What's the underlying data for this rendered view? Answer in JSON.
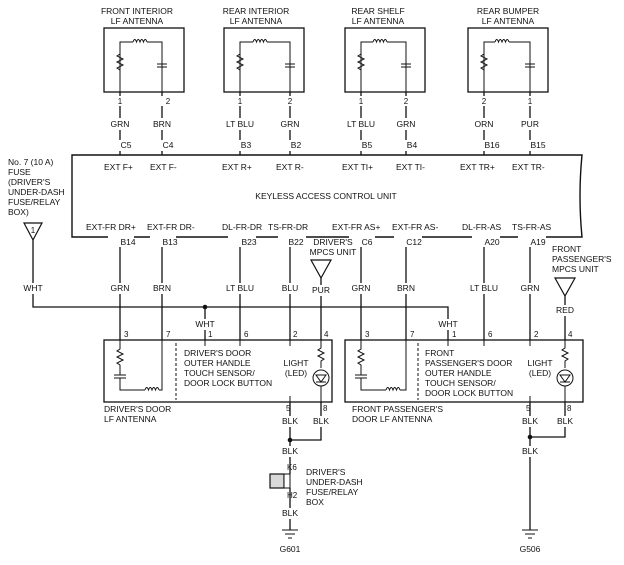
{
  "antennas_top": [
    {
      "title": [
        "FRONT INTERIOR",
        "LF ANTENNA"
      ],
      "pins": [
        "1",
        "2"
      ],
      "wires": [
        "GRN",
        "BRN"
      ],
      "terms": [
        "C5",
        "C4"
      ],
      "signals": [
        "EXT F+",
        "EXT F-"
      ]
    },
    {
      "title": [
        "REAR INTERIOR",
        "LF ANTENNA"
      ],
      "pins": [
        "1",
        "2"
      ],
      "wires": [
        "LT BLU",
        "GRN"
      ],
      "terms": [
        "B3",
        "B2"
      ],
      "signals": [
        "EXT R+",
        "EXT R-"
      ]
    },
    {
      "title": [
        "REAR SHELF",
        "LF ANTENNA"
      ],
      "pins": [
        "1",
        "2"
      ],
      "wires": [
        "LT BLU",
        "GRN"
      ],
      "terms": [
        "B5",
        "B4"
      ],
      "signals": [
        "EXT TI+",
        "EXT TI-"
      ]
    },
    {
      "title": [
        "REAR BUMPER",
        "LF ANTENNA"
      ],
      "pins": [
        "2",
        "1"
      ],
      "wires": [
        "ORN",
        "PUR"
      ],
      "terms": [
        "B16",
        "B15"
      ],
      "signals": [
        "EXT TR+",
        "EXT TR-"
      ]
    }
  ],
  "control_unit": {
    "title": "KEYLESS ACCESS CONTROL UNIT"
  },
  "bottom_terminals": [
    {
      "signal": "EXT-FR DR+",
      "term": "B14",
      "wire": "GRN"
    },
    {
      "signal": "EXT-FR DR-",
      "term": "B13",
      "wire": "BRN"
    },
    {
      "signal": "DL-FR-DR",
      "term": "B23",
      "wire": "LT BLU"
    },
    {
      "signal": "TS-FR-DR",
      "term": "B22",
      "wire": "BLU"
    },
    {
      "signal": "EXT-FR AS+",
      "term": "C6",
      "wire": "GRN"
    },
    {
      "signal": "EXT-FR AS-",
      "term": "C12",
      "wire": "BRN"
    },
    {
      "signal": "DL-FR-AS",
      "term": "A20",
      "wire": "LT BLU"
    },
    {
      "signal": "TS-FR-AS",
      "term": "A19",
      "wire": "GRN"
    }
  ],
  "fuse": {
    "lines": [
      "No. 7 (10 A)",
      "FUSE",
      "(DRIVER'S",
      "UNDER-DASH",
      "FUSE/RELAY",
      "BOX)"
    ],
    "pin": "1",
    "wire": "WHT"
  },
  "driver_mpcs": {
    "lines": [
      "DRIVER'S",
      "MPCS UNIT"
    ],
    "wire": "PUR"
  },
  "passenger_mpcs": {
    "lines": [
      "FRONT",
      "PASSENGER'S",
      "MPCS UNIT"
    ],
    "wire": "RED"
  },
  "splice_wires": {
    "driver": "WHT",
    "passenger": "WHT"
  },
  "driver_door": {
    "label": [
      "DRIVER'S DOOR",
      "OUTER HANDLE",
      "TOUCH SENSOR/",
      "DOOR LOCK BUTTON"
    ],
    "antenna_label": [
      "DRIVER'S DOOR",
      "LF ANTENNA"
    ],
    "light": [
      "LIGHT",
      "(LED)"
    ],
    "pins_top": [
      "3",
      "7",
      "1",
      "6",
      "2",
      "4"
    ],
    "pins_bottom": [
      "5",
      "8"
    ],
    "bottom_wires": [
      "BLK",
      "BLK"
    ]
  },
  "passenger_door": {
    "label": [
      "FRONT",
      "PASSENGER'S DOOR",
      "OUTER HANDLE",
      "TOUCH SENSOR/",
      "DOOR LOCK BUTTON"
    ],
    "antenna_label": [
      "FRONT PASSENGER'S",
      "DOOR LF ANTENNA"
    ],
    "light": [
      "LIGHT",
      "(LED)"
    ],
    "pins_top": [
      "3",
      "7",
      "1",
      "6",
      "2",
      "4"
    ],
    "pins_bottom": [
      "5",
      "8"
    ],
    "bottom_wires": [
      "BLK",
      "BLK"
    ]
  },
  "junction": {
    "k6": "K6",
    "h2": "H2",
    "lines": [
      "DRIVER'S",
      "UNDER-DASH",
      "FUSE/RELAY",
      "BOX"
    ],
    "wire_above": "BLK",
    "wire_below": "BLK"
  },
  "grounds": {
    "g601": "G601",
    "g506": "G506",
    "wire": "BLK"
  }
}
